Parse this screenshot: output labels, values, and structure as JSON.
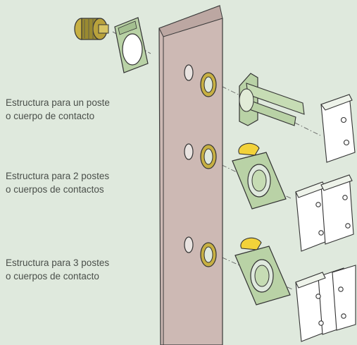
{
  "labels": {
    "one": {
      "line1": "Estructura para un poste",
      "line2": "o cuerpo de contacto"
    },
    "two": {
      "line1": "Estructura para 2 postes",
      "line2": "o cuerpos de contactos"
    },
    "three": {
      "line1": "Estructura para 3 postes",
      "line2": "o cuerpos de contacto"
    }
  },
  "colors": {
    "background": "#dfe9dd",
    "panel": "#cdb9b4",
    "frame_green": "#b9d2a6",
    "brass": "#c7b043",
    "key_yellow": "#f2d23a",
    "block_white": "#ffffff",
    "label_text": "#4a4f4a"
  },
  "icons": [
    "pushbutton-head-icon",
    "legend-holder-icon",
    "mounting-panel-icon",
    "fixing-nut-icon",
    "frame-icon",
    "contact-block-icon"
  ]
}
